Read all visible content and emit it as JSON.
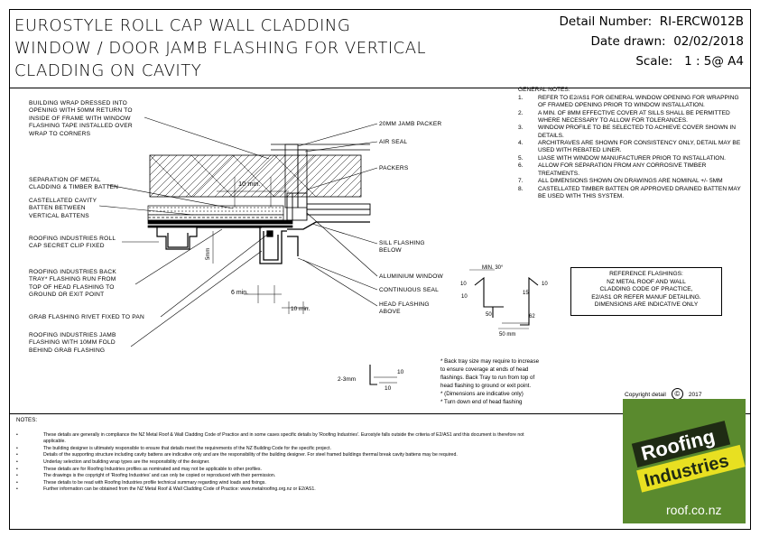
{
  "title": {
    "line1": "EUROSTYLE ROLL CAP WALL CLADDING",
    "line2": "WINDOW / DOOR JAMB FLASHING FOR VERTICAL",
    "line3": "CLADDING ON CAVITY"
  },
  "meta": {
    "detail_label": "Detail Number:",
    "detail_value": "RI-ERCW012B",
    "date_label": "Date drawn:",
    "date_value": "02/02/2018",
    "scale_label": "Scale:",
    "scale_value": "1 : 5@ A4"
  },
  "callouts_left": {
    "building_wrap": "BUILDING WRAP DRESSED INTO\nOPENING WITH 50mm RETURN TO\nINSIDE OF FRAME WITH WINDOW\nFLASHING TAPE INSTALLED OVER\nWRAP TO CORNERS",
    "separation": "SEPARATION OF METAL\nCLADDING & TIMBER BATTEN",
    "castellated": "CASTELLATED CAVITY\nBATTEN BETWEEN\nVERTICAL BATTENS",
    "roll_cap": "ROOFING INDUSTRIES ROLL\nCAP SECRET CLIP FIXED",
    "back_tray": "ROOFING INDUSTRIES BACK\nTRAY* FLASHING RUN FROM\nTOP OF HEAD FLASHING TO\nGROUND OR EXIT POINT",
    "grab_rivet": "GRAB FLASHING RIVET FIXED TO PAN",
    "jamb_flashing": "ROOFING INDUSTRIES JAMB\nFLASHING WITH 10mm FOLD\nBEHIND GRAB FLASHING"
  },
  "callouts_right": {
    "jamb_packer": "20mm JAMB PACKER",
    "air_seal": "AIR SEAL",
    "packers": "PACKERS",
    "sill_flashing": "SILL FLASHING\nBELOW",
    "aluminium_window": "ALUMINIUM WINDOW",
    "continuous_seal": "CONTINUOUS SEAL",
    "head_flashing": "HEAD FLASHING\nABOVE"
  },
  "dims": {
    "ten_min": "10 min.",
    "five_mm": "5mm",
    "six_min": "6 min.",
    "ten_min_b": "10 min.",
    "min30": "MIN. 30°",
    "d10a": "10",
    "d10b": "10",
    "d15": "15",
    "d10c": "10",
    "d50": "50",
    "d62": "62",
    "d50b": "50 mm",
    "d2_3": "2-3mm",
    "d10d": "10",
    "d10e": "10"
  },
  "general_notes": {
    "heading": "GENERAL NOTES:",
    "items": [
      {
        "n": "1.",
        "t": "REFER TO E2/AS1 FOR GENERAL WINDOW OPENING FOR WRAPPING OF FRAMED OPENING PRIOR TO WINDOW INSTALLATION."
      },
      {
        "n": "2.",
        "t": "A MIN. OF 8mm EFFECTIVE COVER AT SILLS SHALL BE PERMITTED WHERE NECESSARY TO ALLOW FOR TOLERANCES."
      },
      {
        "n": "3.",
        "t": "WINDOW PROFILE TO BE SELECTED TO ACHIEVE COVER SHOWN IN DETAILS."
      },
      {
        "n": "4.",
        "t": "ARCHITRAVES ARE SHOWN FOR CONSISTENCY ONLY, DETAIL MAY BE USED WITH REBATED LINER."
      },
      {
        "n": "5.",
        "t": "LIASE WITH WINDOW MANUFACTURER PRIOR TO INSTALLATION."
      },
      {
        "n": "6.",
        "t": "ALLOW FOR SEPARATION FROM ANY CORROSIVE TIMBER TREATMENTS."
      },
      {
        "n": "7.",
        "t": "ALL DIMENSIONS SHOWN ON DRAWINGS ARE NOMINAL +/- 5mm"
      },
      {
        "n": "8.",
        "t": "CASTELLATED TIMBER BATTEN OR APPROVED DRAINED BATTEN MAY BE USED WITH THIS SYSTEM."
      }
    ]
  },
  "reference": {
    "l1": "REFERENCE FLASHINGS:",
    "l2": "NZ METAL ROOF AND WALL",
    "l3": "CLADDING CODE OF PRACTICE,",
    "l4": "E2/AS1 OR REFER MANUF DETAILING.",
    "l5": "DIMENSIONS ARE INDICATIVE ONLY"
  },
  "star_notes": {
    "l1": "* Back tray size may require to increase",
    "l2": "to ensure coverage at ends of head",
    "l3": "flashings. Back Tray to run from top of",
    "l4": "head flashing to ground or exit point.",
    "l5": "* (Dimensions are indicative only)",
    "l6": "* Turn down end of head flashing"
  },
  "copyright": {
    "label": "Copyright detail",
    "symbol": "©",
    "year": "2017"
  },
  "notes": {
    "heading": "NOTES:",
    "items": [
      "These details are generally in compliance the NZ Metal Roof & Wall Cladding Code of Practice and in some cases specific details by 'Roofing Industries'. Eurostyle falls outside the criteria of E2/AS1 and this document is therefore not applicable.",
      "The building designer is ultimately responsible to ensure that details meet the requirements of the NZ Building Code for the specific project.",
      "Details of the supporting structure including cavity battens are indicative only and are the responsibility of the building designer. For steel framed buildings thermal break cavity battens may be required.",
      "Underlay selection and building wrap types are the responsibility of the designer.",
      "These details are for Roofing Industries profiles as nominated and may not be applicable to other profiles.",
      "The drawings is the copyright of 'Roofing Industries' and can only be copied or reproduced with their permission.",
      "These details to be read with Roofing Industries profile technical summary regarding wind loads and fixings.",
      "Further information can be obtained from the NZ Metal Roof & Wall Cladding Code of Practice: www.metalroofing.org.nz or E2/AS1."
    ]
  },
  "logo": {
    "word1": "Roofing",
    "word2": "Industries",
    "url": "roof.co.nz"
  },
  "colors": {
    "logo_green": "#5a8a2e",
    "logo_dark": "#1f2b14",
    "logo_yellow": "#e8e021"
  }
}
